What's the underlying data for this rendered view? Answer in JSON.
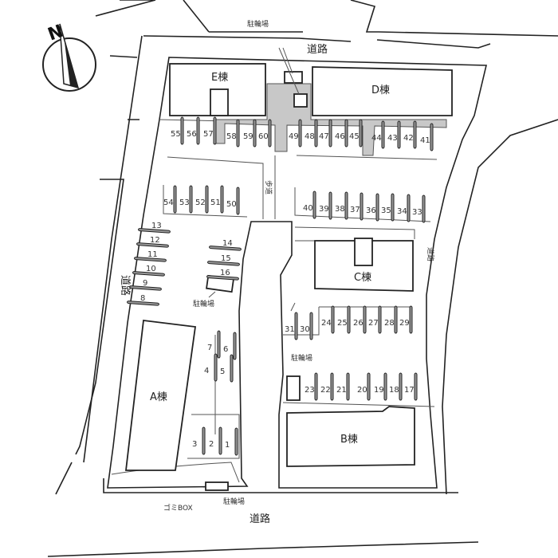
{
  "north_label": "N",
  "buildings": {
    "a": "A棟",
    "b": "B棟",
    "c": "C棟",
    "d": "D棟",
    "e": "E棟"
  },
  "roads": {
    "top": "道路",
    "left": "道路",
    "right": "道路",
    "bottom": "道路"
  },
  "bicycle_parking": [
    "駐輪場",
    "駐輪場",
    "駐輪場",
    "駐輪場"
  ],
  "sidewalk": "歩道",
  "garbage": "ゴミBOX",
  "stalls": [
    "1",
    "2",
    "3",
    "4",
    "5",
    "6",
    "7",
    "8",
    "9",
    "10",
    "11",
    "12",
    "13",
    "14",
    "15",
    "16",
    "17",
    "18",
    "19",
    "20",
    "21",
    "22",
    "23",
    "24",
    "25",
    "26",
    "27",
    "28",
    "29",
    "30",
    "31",
    "33",
    "34",
    "35",
    "36",
    "37",
    "38",
    "39",
    "40",
    "41",
    "42",
    "43",
    "44",
    "45",
    "46",
    "47",
    "48",
    "49",
    "50",
    "51",
    "52",
    "53",
    "54",
    "55",
    "56",
    "57",
    "58",
    "59",
    "60"
  ]
}
